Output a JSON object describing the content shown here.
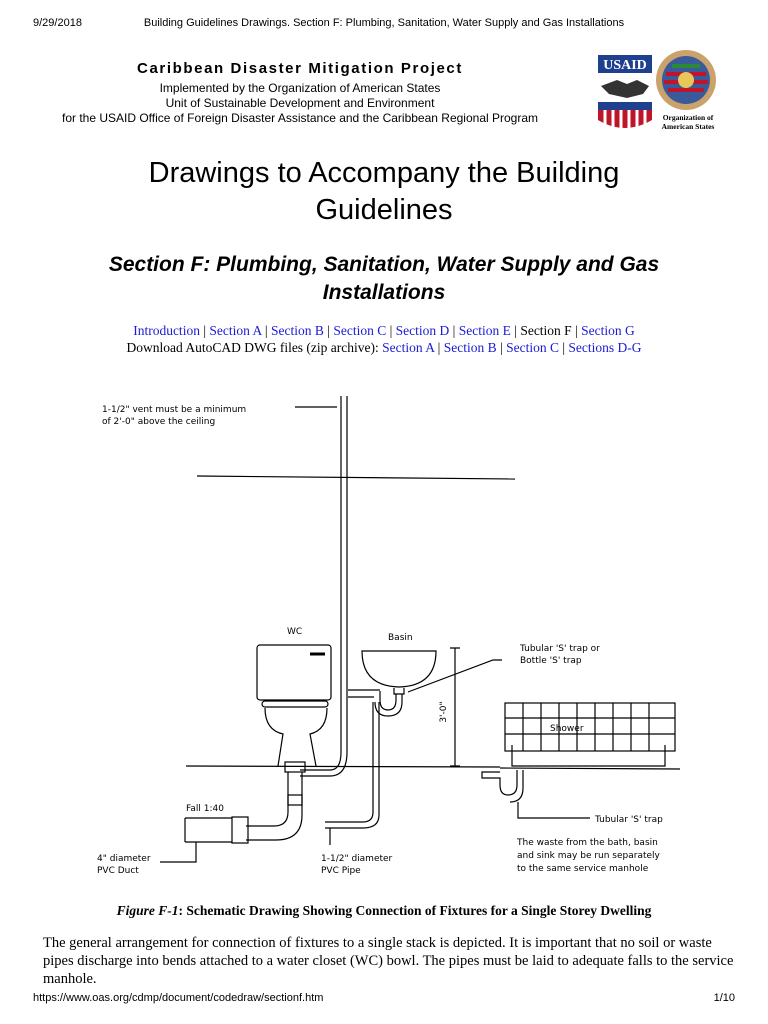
{
  "print_header": {
    "date": "9/29/2018",
    "title": "Building Guidelines Drawings. Section F: Plumbing, Sanitation, Water Supply and Gas Installations"
  },
  "org": {
    "title": "Caribbean Disaster Mitigation Project",
    "lines": [
      "Implemented by the Organization of American States",
      "Unit of Sustainable Development and Environment",
      "for the USAID Office of Foreign Disaster Assistance and the Caribbean Regional Program"
    ]
  },
  "logos": {
    "usaid": "USAID",
    "oas": "Organization of American States",
    "usaid_blue": "#1f3f8f",
    "usaid_red": "#c0142a"
  },
  "page_title": "Drawings to Accompany the Building Guidelines",
  "section_title": "Section F: Plumbing, Sanitation, Water Supply and Gas Installations",
  "nav": {
    "items": [
      {
        "label": "Introduction",
        "link": true
      },
      {
        "label": "Section A",
        "link": true
      },
      {
        "label": "Section B",
        "link": true
      },
      {
        "label": "Section C",
        "link": true
      },
      {
        "label": "Section D",
        "link": true
      },
      {
        "label": "Section E",
        "link": true
      },
      {
        "label": "Section F",
        "link": false
      },
      {
        "label": "Section G",
        "link": true
      }
    ],
    "separator": " | "
  },
  "downloads": {
    "prefix": "Download AutoCAD DWG files (zip archive): ",
    "items": [
      "Section A",
      "Section B",
      "Section C",
      "Sections D-G"
    ]
  },
  "drawing": {
    "vent_note": [
      "1-1/2\" vent must be a minimum",
      "of 2'-0\" above the ceiling"
    ],
    "wc": "WC",
    "basin": "Basin",
    "trap_note": [
      "Tubular 'S' trap or",
      "Bottle 'S' trap"
    ],
    "dimension": "3'-0\"",
    "shower": "Shower",
    "fall": "Fall 1:40",
    "duct_note": [
      "4\" diameter",
      "PVC Duct"
    ],
    "pipe_note": [
      "1-1/2\" diameter",
      "PVC Pipe"
    ],
    "shower_trap": "Tubular 'S' trap",
    "waste_note": [
      "The waste from the bath, basin",
      "and sink may be run separately",
      "to the same service manhole"
    ]
  },
  "caption": {
    "figure": "Figure F-1",
    "text": ": Schematic Drawing Showing Connection of Fixtures for a Single Storey Dwelling"
  },
  "paragraph": "The general arrangement for connection of fixtures to a single stack is depicted. It is important that no soil or waste pipes discharge into bends attached to a water closet (WC) bowl. The pipes must be laid to adequate falls to the service manhole.",
  "footer": {
    "url": "https://www.oas.org/cdmp/document/codedraw/sectionf.htm",
    "page": "1/10"
  }
}
